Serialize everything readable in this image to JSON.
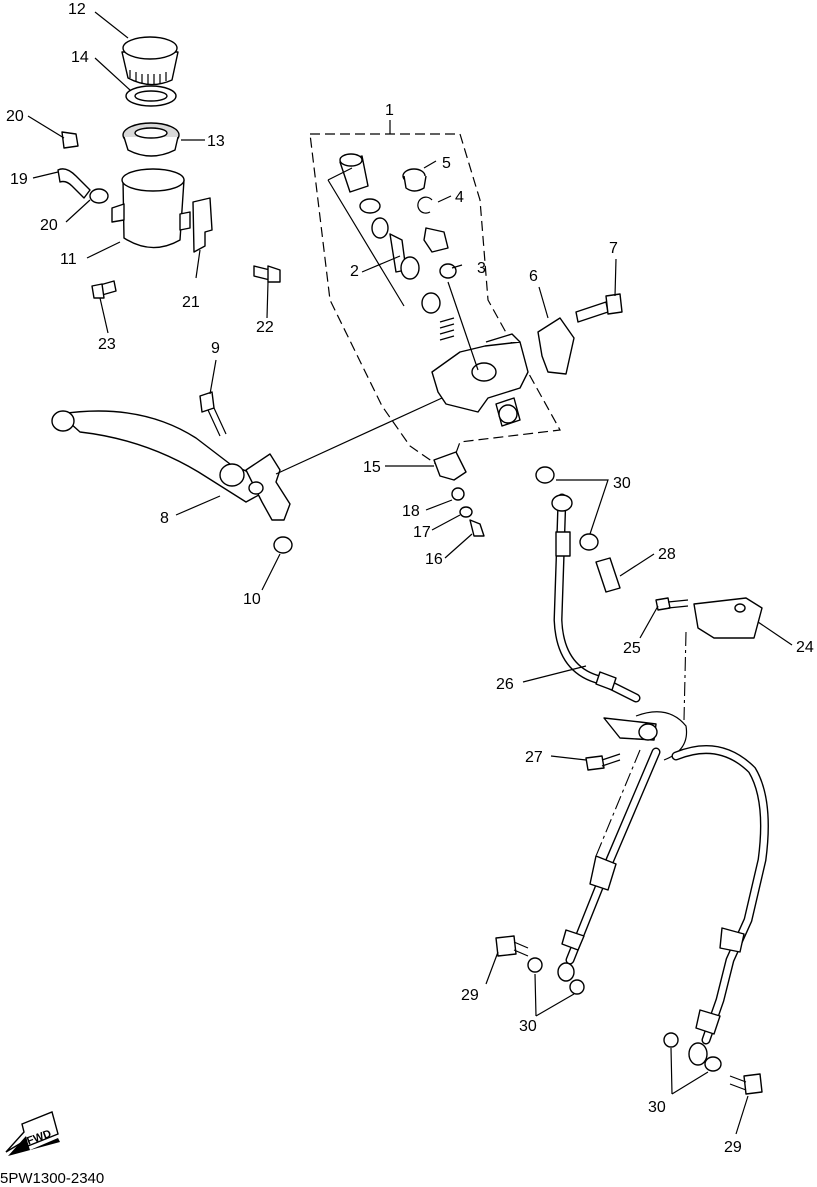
{
  "diagram_code": "5PW1300-2340",
  "fwd_label": "FWD",
  "callouts": {
    "c1": "1",
    "c2": "2",
    "c3": "3",
    "c4": "4",
    "c5": "5",
    "c6": "6",
    "c7": "7",
    "c8": "8",
    "c9": "9",
    "c10": "10",
    "c11": "11",
    "c12": "12",
    "c13": "13",
    "c14": "14",
    "c15": "15",
    "c16": "16",
    "c17": "17",
    "c18": "18",
    "c19": "19",
    "c20a": "20",
    "c20b": "20",
    "c21": "21",
    "c22": "22",
    "c23": "23",
    "c24": "24",
    "c25": "25",
    "c26": "26",
    "c27": "27",
    "c28": "28",
    "c29a": "29",
    "c29b": "29",
    "c30a": "30",
    "c30b": "30",
    "c30c": "30"
  }
}
